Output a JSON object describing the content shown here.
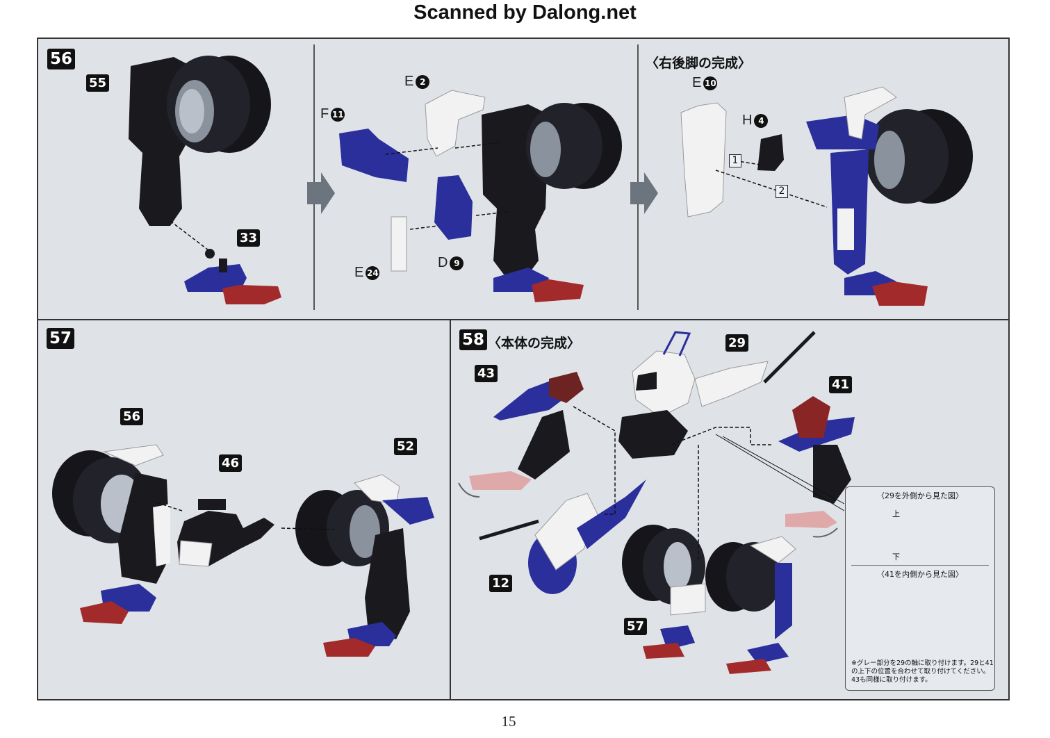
{
  "header": {
    "scanner_credit": "Scanned by Dalong.net"
  },
  "page_number": "15",
  "steps": {
    "s56": {
      "number": "56",
      "title": "〈右後脚の完成〉",
      "tags": {
        "t55": "55",
        "t33": "33"
      },
      "parts": {
        "e2": {
          "letter": "E",
          "num": "2"
        },
        "f11": {
          "letter": "F",
          "num": "11"
        },
        "e24": {
          "letter": "E",
          "num": "24"
        },
        "d9": {
          "letter": "D",
          "num": "9"
        },
        "e10": {
          "letter": "E",
          "num": "10"
        },
        "h4": {
          "letter": "H",
          "num": "4"
        }
      },
      "order_marks": [
        "1",
        "2"
      ]
    },
    "s57": {
      "number": "57",
      "tags": {
        "t56": "56",
        "t46": "46",
        "t52": "52"
      }
    },
    "s58": {
      "number": "58",
      "title": "〈本体の完成〉",
      "tags": {
        "t43": "43",
        "t29": "29",
        "t41": "41",
        "t12": "12",
        "t57": "57"
      },
      "inset": {
        "caption1": "〈29を外側から見た図〉",
        "caption2": "〈41を内側から見た図〉",
        "up": "上",
        "down": "下",
        "note": "※グレー部分を29の軸に取り付けます。29と41の上下の位置を合わせて取り付けてください。43も同様に取り付けます。"
      }
    }
  },
  "colors": {
    "panel_bg": "#dfe3e8",
    "armor_blue": "#2a2f9c",
    "armor_black": "#1a1a1e",
    "armor_white": "#f2f2f2",
    "claw_red": "#a32a2a"
  }
}
